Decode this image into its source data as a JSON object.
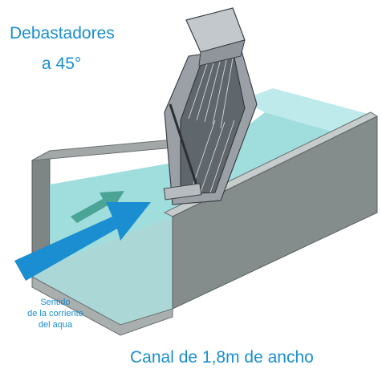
{
  "labels": {
    "title_line1": "Debastadores",
    "title_line2": "a 45°",
    "flow_line1": "Sentido",
    "flow_line2": "de la corriente",
    "flow_line3": "del aqua",
    "channel_width": "Canal de 1,8m de ancho"
  },
  "colors": {
    "label_blue": "#1a8ed0",
    "water": "#7fcfcf",
    "concrete": "#8a9090",
    "arrow_blue": "#1a8ed0",
    "arrow_teal": "#3c9a8a"
  },
  "icons": {
    "flow_arrow": "arrow-right-icon"
  }
}
